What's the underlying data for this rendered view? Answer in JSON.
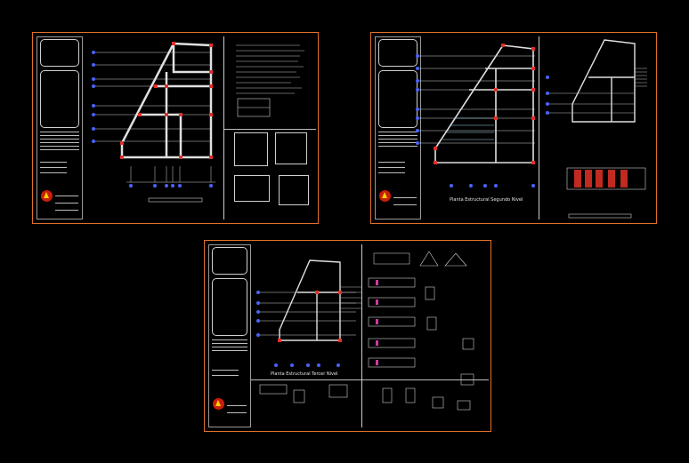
{
  "sheets": [
    {
      "id": "sheet-1",
      "caption": "",
      "stamp_lines": [
        "",
        "",
        ""
      ]
    },
    {
      "id": "sheet-2",
      "caption": "Planta Estructural Segundo Nivel",
      "stamp_lines": [
        "",
        "",
        ""
      ]
    },
    {
      "id": "sheet-3",
      "caption": "Planta Estructural Tercer Nivel",
      "stamp_lines": [
        "",
        "",
        ""
      ]
    }
  ],
  "colors": {
    "frame": "#e0702a",
    "linework": "#cfcfcf",
    "column_marks": "#e0302a",
    "axis_markers": "#4a62ff",
    "logo": "#c81e0a"
  }
}
